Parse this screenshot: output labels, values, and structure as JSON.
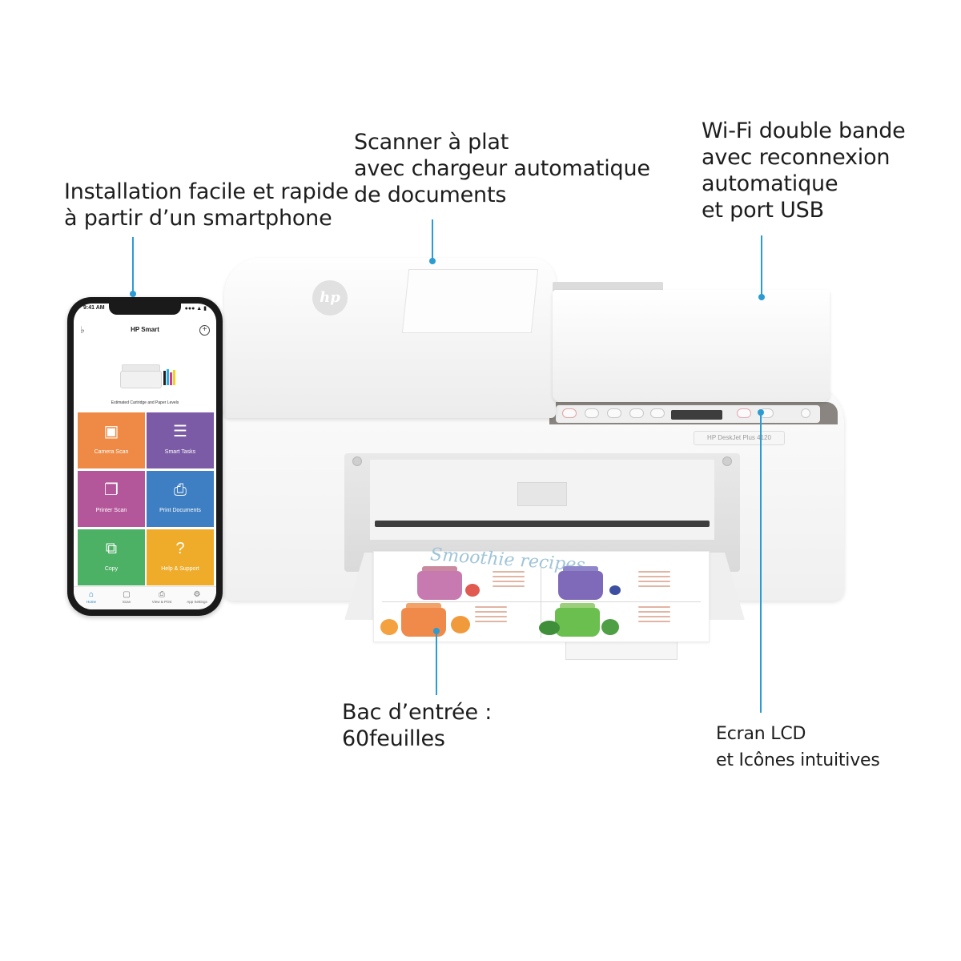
{
  "callouts": {
    "app_setup": [
      "Installation facile et rapide",
      "à partir d’un smartphone"
    ],
    "scanner": [
      "Scanner à plat",
      "avec chargeur automatique",
      "de documents"
    ],
    "wifi": [
      "Wi-Fi double bande",
      "avec reconnexion",
      "automatique",
      "et port USB"
    ],
    "input_tray": [
      "Bac d’entrée :",
      "60feuilles"
    ],
    "lcd": [
      "Ecran LCD",
      "et Icônes intuitives"
    ]
  },
  "accent_color": "#2b9bd3",
  "phone": {
    "status_time": "9:41 AM",
    "app_title": "HP Smart",
    "levels_label": "Estimated Cartridge and Paper Levels",
    "tiles": [
      {
        "label": "Camera Scan",
        "color": "#ee8a45",
        "icon": "camera-icon"
      },
      {
        "label": "Smart Tasks",
        "color": "#7b5aa6",
        "icon": "checklist-icon"
      },
      {
        "label": "Printer Scan",
        "color": "#b4579a",
        "icon": "document-copy-icon"
      },
      {
        "label": "Print Documents",
        "color": "#3e7ec2",
        "icon": "printer-icon"
      },
      {
        "label": "Copy",
        "color": "#4cb065",
        "icon": "copy-icon"
      },
      {
        "label": "Help & Support",
        "color": "#efac2b",
        "icon": "help-icon"
      }
    ],
    "tabs": [
      {
        "label": "Home",
        "icon": "home-icon"
      },
      {
        "label": "Scan",
        "icon": "scan-icon"
      },
      {
        "label": "View & Print",
        "icon": "printer-icon"
      },
      {
        "label": "App Settings",
        "icon": "gear-icon"
      }
    ]
  },
  "printer": {
    "logo": "hp",
    "model_badge": "HP DeskJet Plus 4120",
    "paper_title": "Smoothie recipes"
  }
}
